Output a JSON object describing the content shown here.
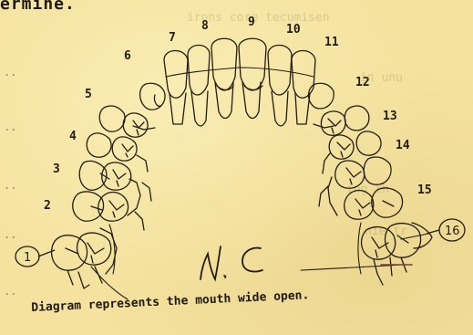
{
  "header": {
    "text": "ermine."
  },
  "diagram": {
    "tooth_numbers": [
      "1",
      "2",
      "3",
      "4",
      "5",
      "6",
      "7",
      "8",
      "9",
      "10",
      "11",
      "12",
      "13",
      "14",
      "15",
      "16"
    ],
    "handwritten_note": "N.C"
  },
  "caption": "Diagram represents the mouth wide open."
}
